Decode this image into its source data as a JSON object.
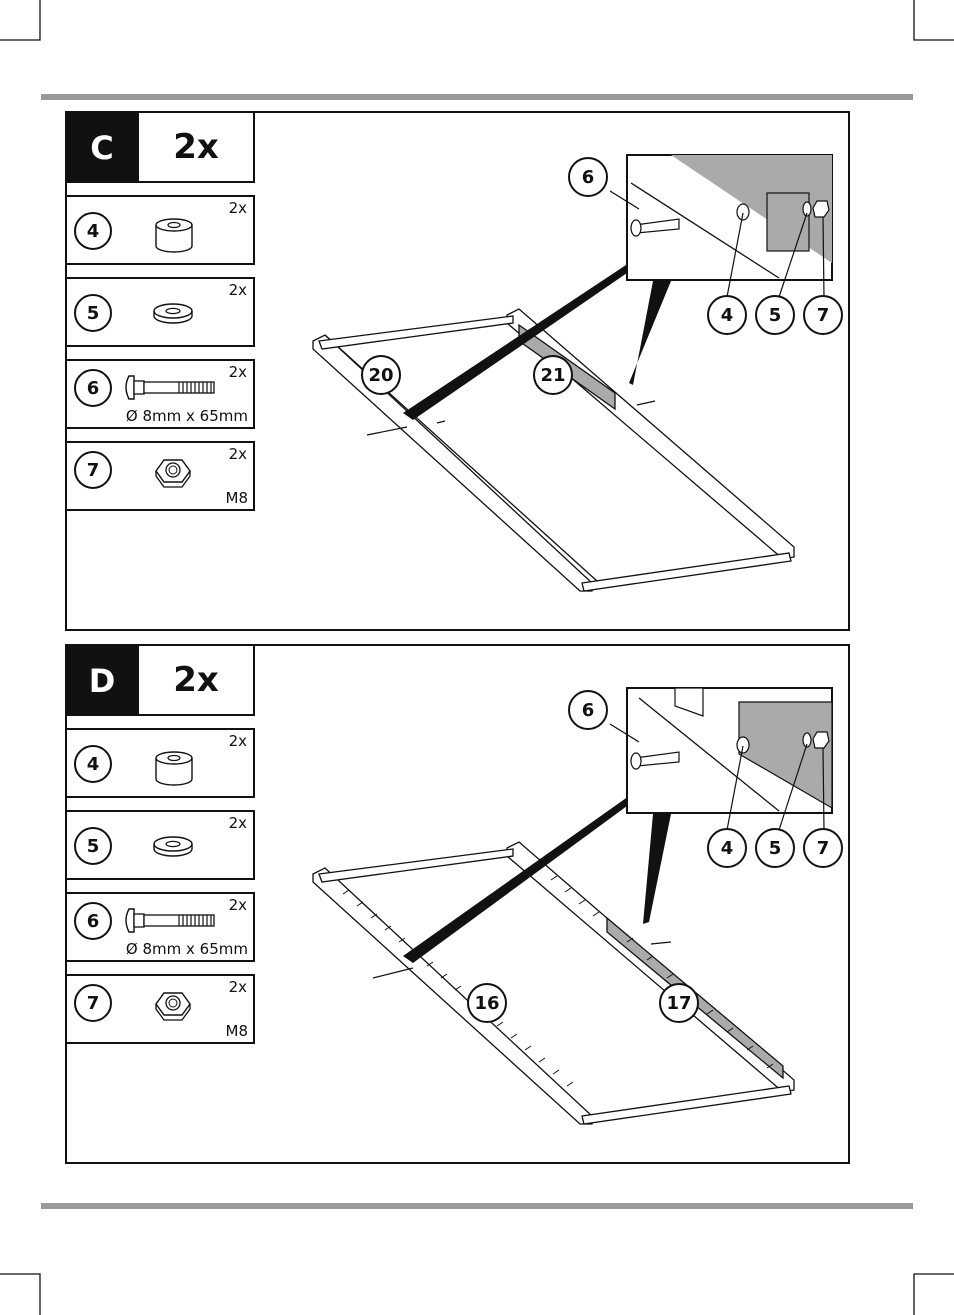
{
  "steps": [
    {
      "letter": "C",
      "count": "2x",
      "parts": [
        {
          "number": "4",
          "icon": "spacer-sleeve-icon",
          "qty": "2x",
          "spec": ""
        },
        {
          "number": "5",
          "icon": "washer-icon",
          "qty": "2x",
          "spec": ""
        },
        {
          "number": "6",
          "icon": "carriage-bolt-icon",
          "qty": "2x",
          "spec": "Ø 8mm x 65mm"
        },
        {
          "number": "7",
          "icon": "hex-nut-icon",
          "qty": "2x",
          "spec": "M8"
        }
      ],
      "callouts": {
        "bolt": "6",
        "sleeve": "4",
        "washer": "5",
        "nut": "7",
        "left_rail": "20",
        "right_rail": "21"
      }
    },
    {
      "letter": "D",
      "count": "2x",
      "parts": [
        {
          "number": "4",
          "icon": "spacer-sleeve-icon",
          "qty": "2x",
          "spec": ""
        },
        {
          "number": "5",
          "icon": "washer-icon",
          "qty": "2x",
          "spec": ""
        },
        {
          "number": "6",
          "icon": "carriage-bolt-icon",
          "qty": "2x",
          "spec": "Ø 8mm x 65mm"
        },
        {
          "number": "7",
          "icon": "hex-nut-icon",
          "qty": "2x",
          "spec": "M8"
        }
      ],
      "callouts": {
        "bolt": "6",
        "sleeve": "4",
        "washer": "5",
        "nut": "7",
        "left_rail": "16",
        "right_rail": "17"
      }
    }
  ],
  "colors": {
    "ink": "#111111",
    "rule": "#999999",
    "wood_dark": "#aaaaaa"
  }
}
